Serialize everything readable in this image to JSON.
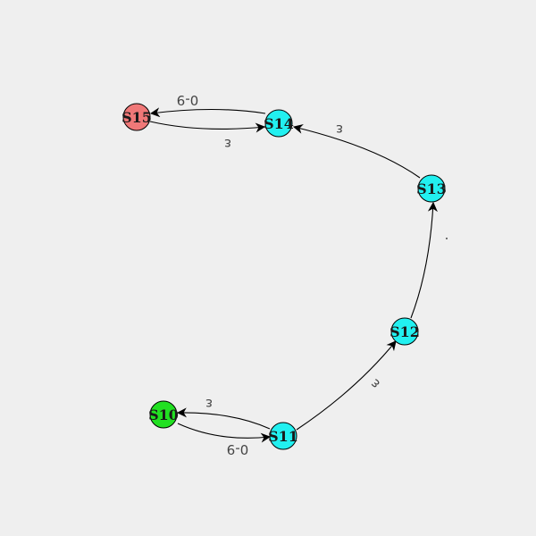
{
  "colors": {
    "background": "#efefef",
    "start": "#22e022",
    "intermediate": "#22f0f0",
    "accept": "#f07878"
  },
  "states": {
    "S10": {
      "label": "S10",
      "kind": "start"
    },
    "S11": {
      "label": "S11",
      "kind": "intermediate"
    },
    "S12": {
      "label": "S12",
      "kind": "intermediate"
    },
    "S13": {
      "label": "S13",
      "kind": "intermediate"
    },
    "S14": {
      "label": "S14",
      "kind": "intermediate"
    },
    "S15": {
      "label": "S15",
      "kind": "accept"
    }
  },
  "edges": {
    "s10_s11": {
      "label": "0-9"
    },
    "s11_s10": {
      "label": "ε"
    },
    "s11_s12": {
      "label": "ε"
    },
    "s12_s13": {
      "label": "."
    },
    "s13_s14": {
      "label": "ε"
    },
    "s14_s15": {
      "label": "0-9"
    },
    "s15_s14": {
      "label": "ε"
    }
  }
}
